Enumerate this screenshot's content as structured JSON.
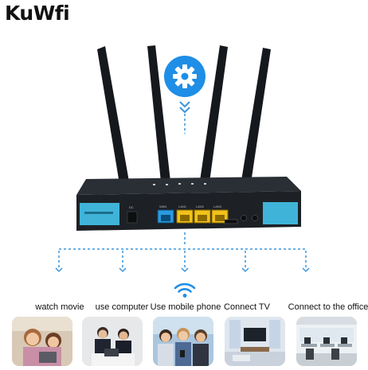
{
  "brand": {
    "name": "KuWfi"
  },
  "router": {
    "port_labels": [
      "DC",
      "WAN",
      "LAN1",
      "LAN2",
      "LAN3"
    ]
  },
  "icons": {
    "top": "gear-icon",
    "signal": "wifi-icon"
  },
  "colors": {
    "accent_blue": "#1f8ee6",
    "dash_blue": "#3a95dd",
    "router_body": "#1d2126",
    "panel_cyan": "#3fb4d8",
    "lan_yellow": "#f2c21b"
  },
  "uses": [
    {
      "label": "watch movie"
    },
    {
      "label": "use computer"
    },
    {
      "label": "Use mobile phone"
    },
    {
      "label": "Connect TV"
    },
    {
      "label": "Connect to the office"
    }
  ]
}
